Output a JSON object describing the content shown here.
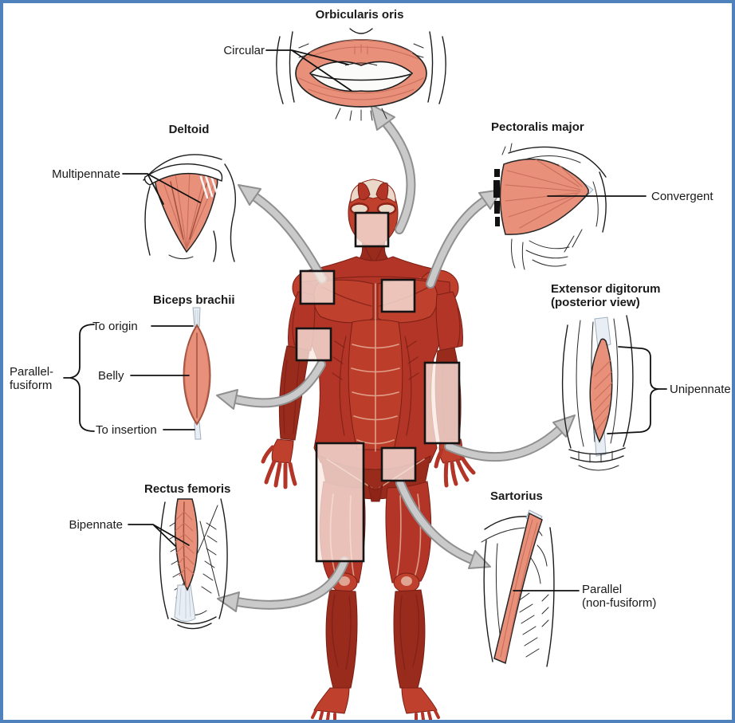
{
  "diagram": {
    "orbicularis": {
      "title": "Orbicularis oris",
      "type_label": "Circular"
    },
    "deltoid": {
      "title": "Deltoid",
      "type_label": "Multipennate"
    },
    "pectoralis": {
      "title": "Pectoralis major",
      "type_label": "Convergent"
    },
    "biceps": {
      "title": "Biceps brachii",
      "origin_label": "To origin",
      "belly_label": "Belly",
      "insertion_label": "To insertion",
      "type_label_line1": "Parallel-",
      "type_label_line2": "fusiform"
    },
    "extensor": {
      "title_line1": "Extensor digitorum",
      "title_line2": "(posterior view)",
      "type_label": "Unipennate"
    },
    "rectus": {
      "title": "Rectus femoris",
      "type_label": "Bipennate"
    },
    "sartorius": {
      "title": "Sartorius",
      "type_label_line1": "Parallel",
      "type_label_line2": "(non-fusiform)"
    }
  },
  "colors": {
    "frame_border": "#4f81bd",
    "muscle_fill": "#e8907a",
    "muscle_fiber": "#c96f5c",
    "arrow_fill": "#cacaca",
    "arrow_edge": "#8f8f8f",
    "body_red": "#b23527"
  }
}
